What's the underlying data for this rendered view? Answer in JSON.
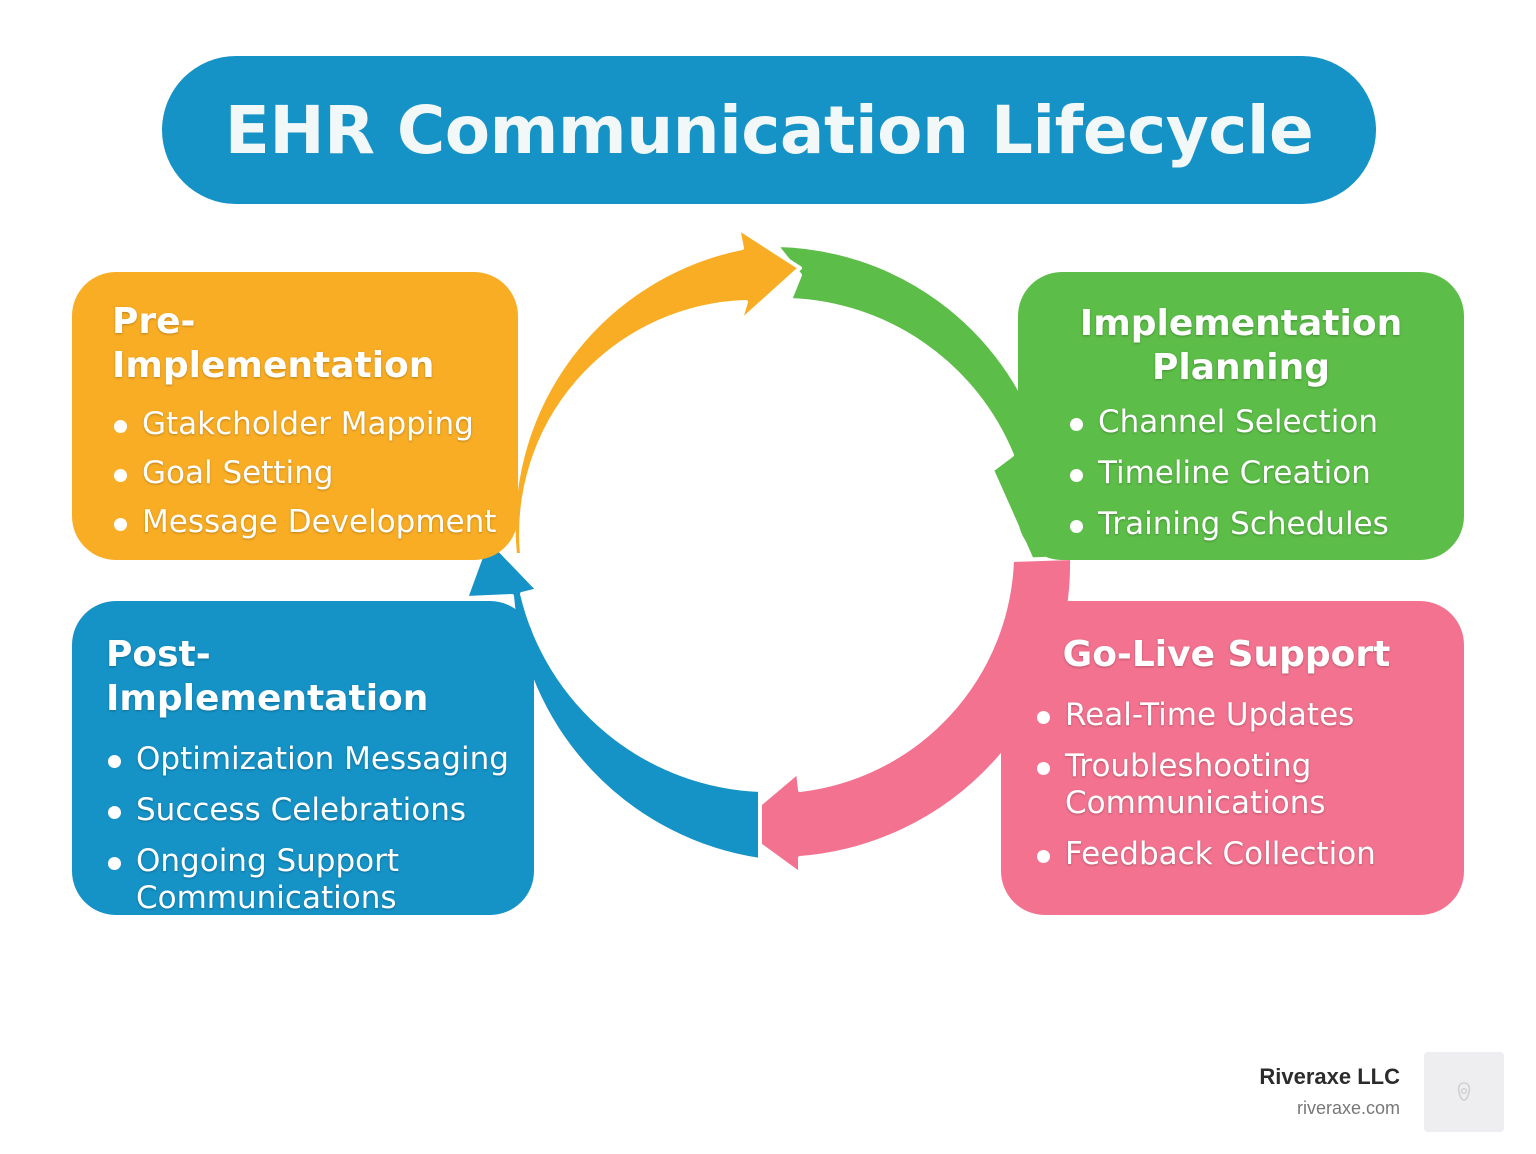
{
  "title": "EHR Communication Lifecycle",
  "colors": {
    "title_bg": "#1592c6",
    "pre": "#f9ad24",
    "implementation": "#5cbd48",
    "go_live": "#f2728f",
    "post": "#1592c6"
  },
  "phases": {
    "pre": {
      "title": "Pre-Implementation",
      "items": [
        "Gtakcholder Mapping",
        "Goal Setting",
        "Message Development"
      ]
    },
    "implementation": {
      "title": "Implementation Planning",
      "items": [
        "Channel Selection",
        "Timeline Creation",
        "Training Schedules"
      ]
    },
    "post": {
      "title": "Post-Implementation",
      "items": [
        "Optimization Messaging",
        "Success Celebrations",
        "Ongoing Support Communications"
      ]
    },
    "go_live": {
      "title": "Go-Live Support",
      "items": [
        "Real-Time Updates",
        "Troubleshooting Communications",
        "Feedback Collection"
      ]
    }
  },
  "branding": {
    "name": "Riveraxe LLC",
    "url": "riveraxe.com",
    "logo_icon": "riveraxe-logo-icon"
  }
}
